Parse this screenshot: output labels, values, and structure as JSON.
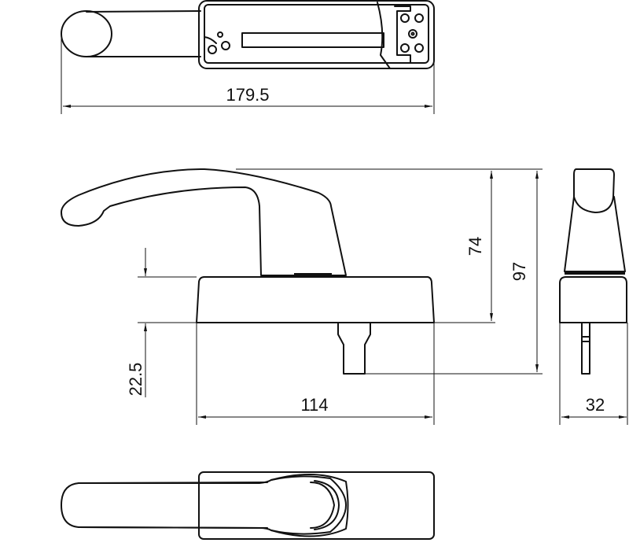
{
  "dimensions": {
    "overall_length": "179.5",
    "height_handle": "74",
    "height_total": "97",
    "spindle_length": "22.5",
    "base_length": "114",
    "width": "32"
  }
}
